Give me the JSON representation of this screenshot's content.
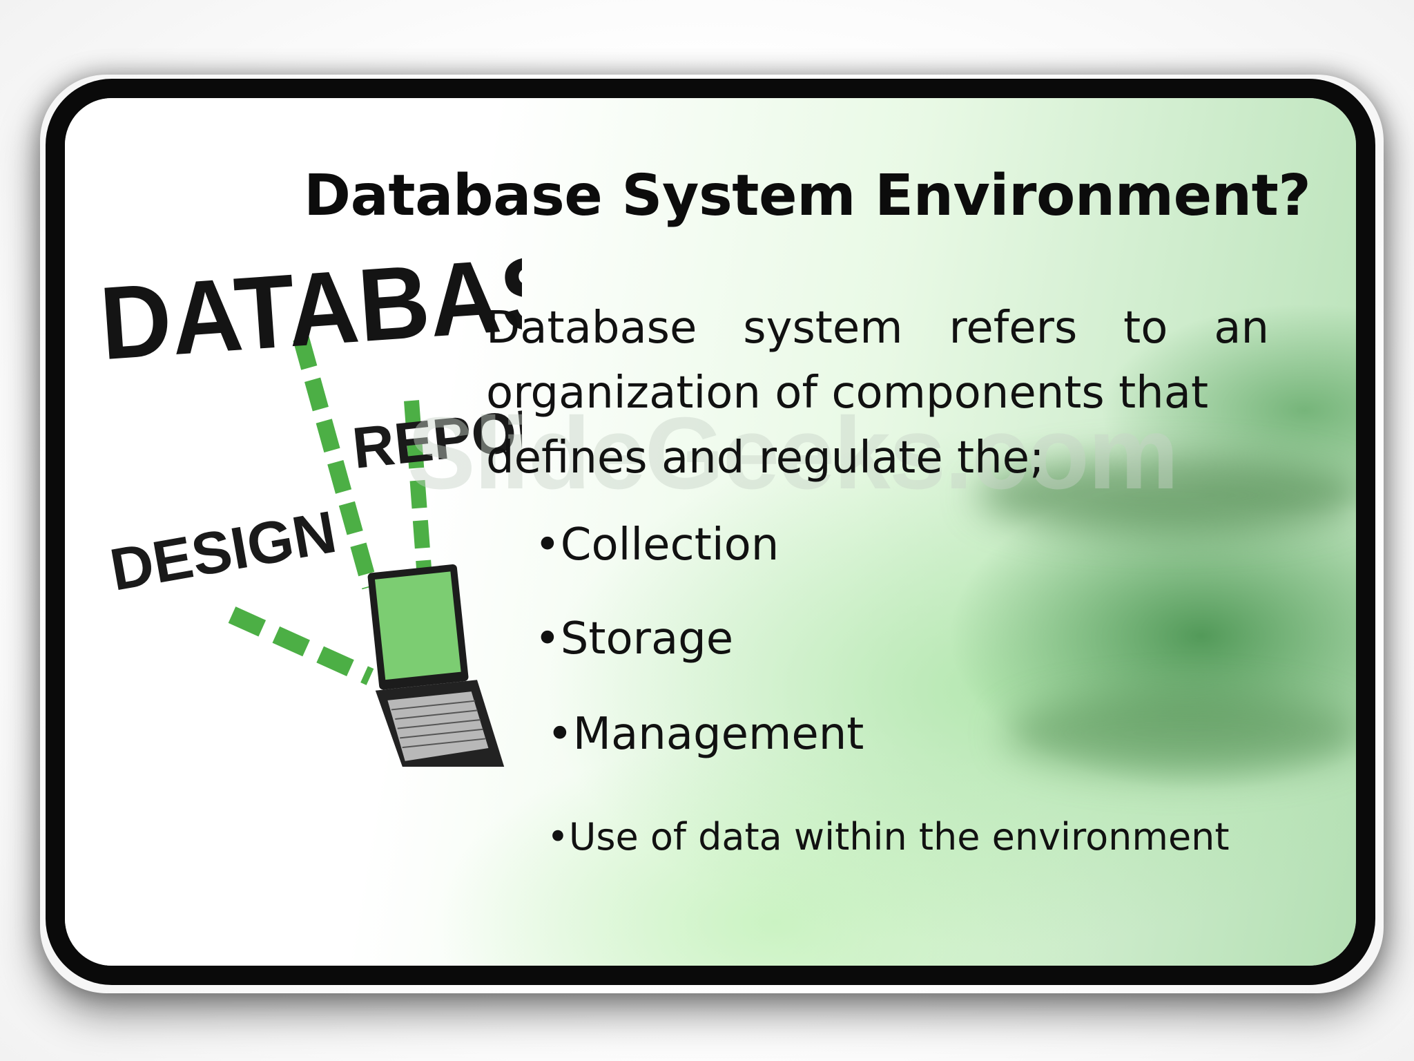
{
  "slide": {
    "title": "Database System Environment?",
    "paragraph_lead": "Database system refers to an organization of components that",
    "paragraph_last": "defines and regulate the;",
    "bullets": [
      "•Collection",
      "•Storage",
      "•Management",
      "•Use of data within the environment"
    ]
  },
  "illustration": {
    "words": [
      "DATABASE",
      "REPORT",
      "DESIGN"
    ],
    "icon": "laptop-icon"
  },
  "watermark": "SlideGeeks.com",
  "colors": {
    "frame": "#0a0a0a",
    "accent_green": "#4caf45",
    "title_text": "#0c0c0c"
  }
}
